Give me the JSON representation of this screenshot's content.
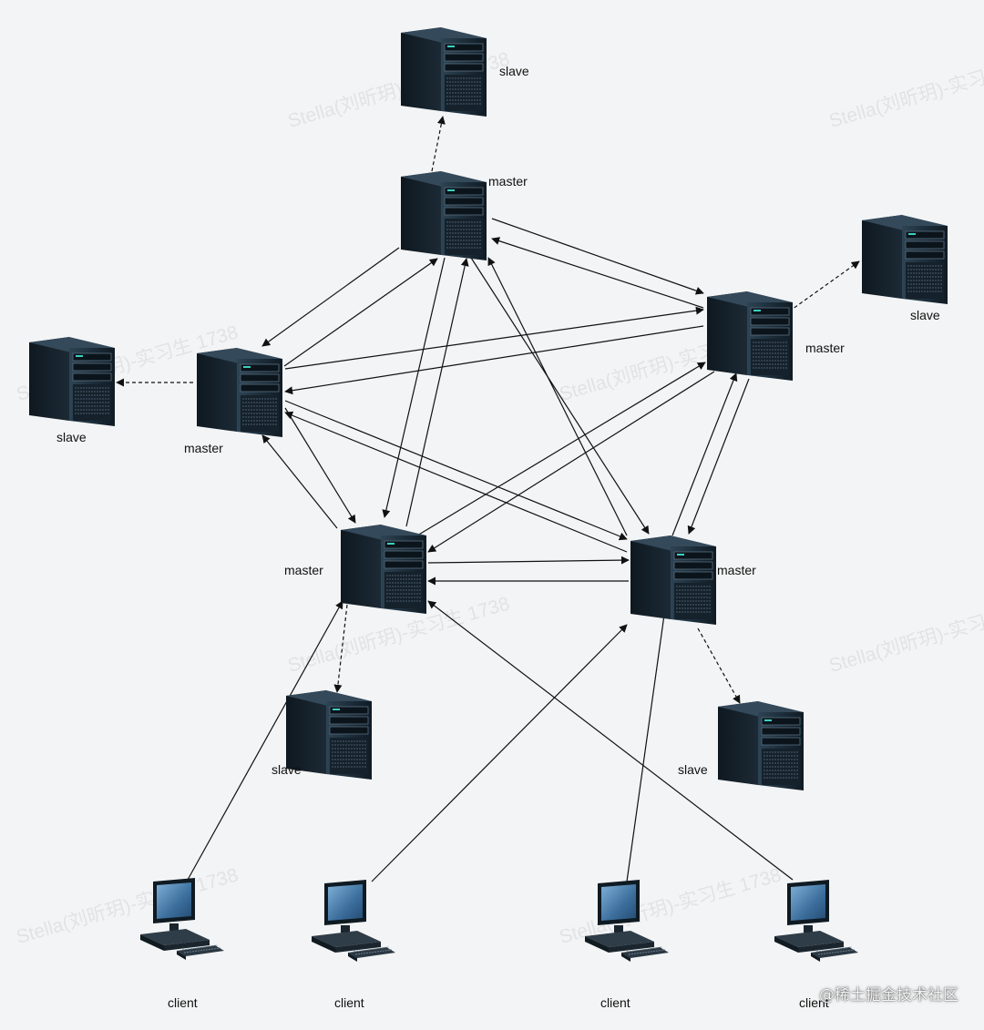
{
  "labels": {
    "master": "master",
    "slave": "slave",
    "client": "client"
  },
  "watermark": "Stella(刘昕玥)-实习生 1738",
  "brand": "@稀土掘金技术社区",
  "colors": {
    "background": "#f3f4f5",
    "server_body": "#1b2a36",
    "monitor_screen": "#4a7fb0",
    "arrow": "#111111"
  },
  "icons": {
    "server": "server-tower-icon",
    "client": "desktop-computer-icon"
  }
}
